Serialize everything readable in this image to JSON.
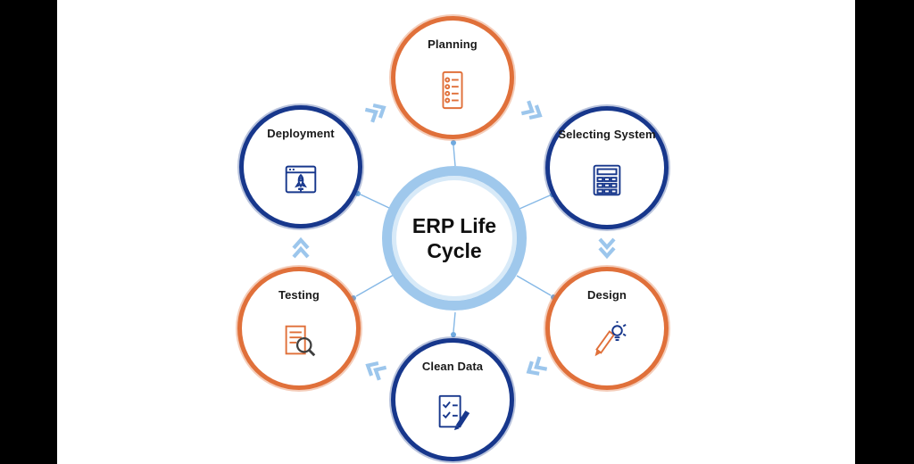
{
  "diagram": {
    "title": "ERP Life Cycle",
    "center_label": "ERP Life Cycle"
  },
  "nodes": [
    {
      "label": "Planning",
      "ring_color": "#e0703a",
      "icon": "checklist-icon"
    },
    {
      "label": "Selecting System",
      "ring_color": "#17378c",
      "icon": "keypad-icon"
    },
    {
      "label": "Design",
      "ring_color": "#e0703a",
      "icon": "pencil-lightbulb-icon"
    },
    {
      "label": "Clean Data",
      "ring_color": "#17378c",
      "icon": "document-check-pencil-icon"
    },
    {
      "label": "Testing",
      "ring_color": "#e0703a",
      "icon": "document-magnifier-icon"
    },
    {
      "label": "Deployment",
      "ring_color": "#17378c",
      "icon": "browser-rocket-icon"
    }
  ],
  "flow": {
    "direction": "clockwise",
    "sequence": [
      "Planning",
      "Selecting System",
      "Design",
      "Clean Data",
      "Testing",
      "Deployment"
    ]
  },
  "colors": {
    "orange_ring": "#e0703a",
    "navy_ring": "#17378c",
    "center_ring": "#9fc8ec",
    "chevron_blue": "#9cc6ec",
    "connector_blue": "#85b8e6",
    "side_bars": "#000000",
    "background": "#ffffff",
    "label_text": "#1a1a1a"
  }
}
